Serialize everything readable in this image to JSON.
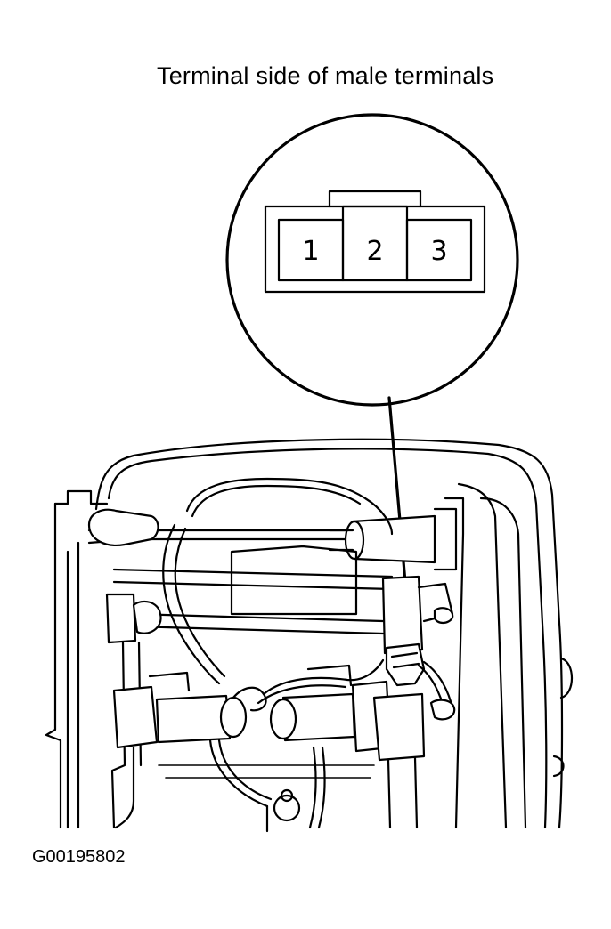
{
  "heading": "Terminal side of male terminals",
  "figure_code": "G00195802",
  "connector": {
    "pins": [
      "1",
      "2",
      "3"
    ]
  }
}
